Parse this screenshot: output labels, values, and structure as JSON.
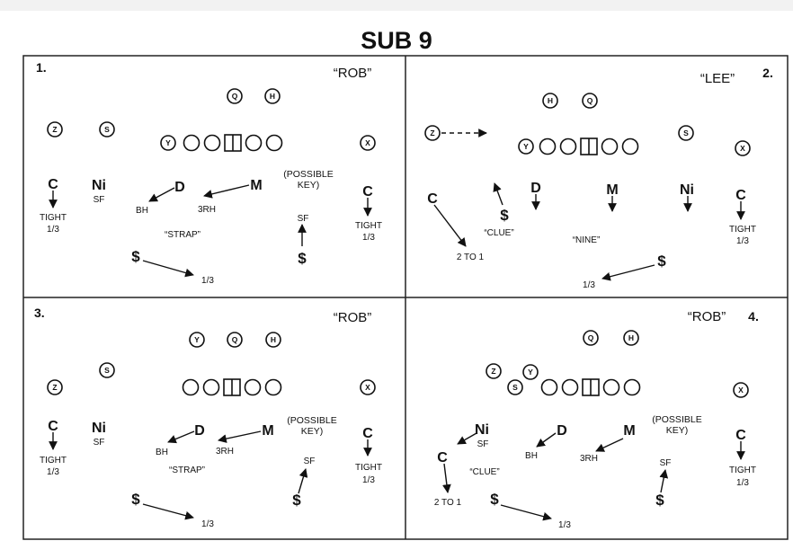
{
  "title": "SUB 9",
  "panels": [
    {
      "number": "1.",
      "call": "“ROB”",
      "offense": [
        "Q",
        "H",
        "Z",
        "S",
        "Y",
        "X"
      ],
      "labels": {
        "c_left": "C",
        "tight_left": "TIGHT",
        "third_left": "1/3",
        "ni": "Ni",
        "ni_sf": "SF",
        "d": "D",
        "bh": "BH",
        "m": "M",
        "rh": "3RH",
        "possible_key": "(POSSIBLE\nKEY)",
        "c_right": "C",
        "tight_right": "TIGHT",
        "third_right": "1/3",
        "strap": "“STRAP”",
        "sf": "SF",
        "dollar_right": "$",
        "dollar_left": "$",
        "third_bottom": "1/3"
      }
    },
    {
      "number": "2.",
      "call": "“LEE”",
      "offense": [
        "H",
        "Q",
        "Z",
        "Y",
        "S",
        "X"
      ],
      "labels": {
        "c_left": "C",
        "to_one": "2 TO 1",
        "dollar": "$",
        "clue": "“CLUE”",
        "d": "D",
        "m": "M",
        "ni": "Ni",
        "nine": "“NINE”",
        "c_right": "C",
        "tight_right": "TIGHT",
        "third_right": "1/3",
        "dollar_bottom": "$",
        "third_bottom": "1/3"
      }
    },
    {
      "number": "3.",
      "call": "“ROB”",
      "offense": [
        "Y",
        "Q",
        "H",
        "S",
        "Z",
        "X"
      ],
      "labels": {
        "c_left": "C",
        "tight_left": "TIGHT",
        "third_left": "1/3",
        "ni": "Ni",
        "ni_sf": "SF",
        "d": "D",
        "bh": "BH",
        "m": "M",
        "rh": "3RH",
        "possible_key": "(POSSIBLE\nKEY)",
        "c_right": "C",
        "tight_right": "TIGHT",
        "third_right": "1/3",
        "strap": "“STRAP”",
        "sf": "SF",
        "dollar_right": "$",
        "dollar_left": "$",
        "third_bottom": "1/3"
      }
    },
    {
      "number": "4.",
      "call": "“ROB”",
      "offense": [
        "Q",
        "H",
        "Z",
        "Y",
        "S",
        "X"
      ],
      "labels": {
        "ni": "Ni",
        "ni_sf": "SF",
        "c_left": "C",
        "to_one": "2 TO 1",
        "clue": "“CLUE”",
        "d": "D",
        "bh": "BH",
        "m": "M",
        "rh": "3RH",
        "possible_key": "(POSSIBLE\nKEY)",
        "c_right": "C",
        "tight_right": "TIGHT",
        "third_right": "1/3",
        "sf": "SF",
        "dollar_right": "$",
        "dollar_left": "$",
        "third_bottom": "1/3"
      }
    }
  ]
}
